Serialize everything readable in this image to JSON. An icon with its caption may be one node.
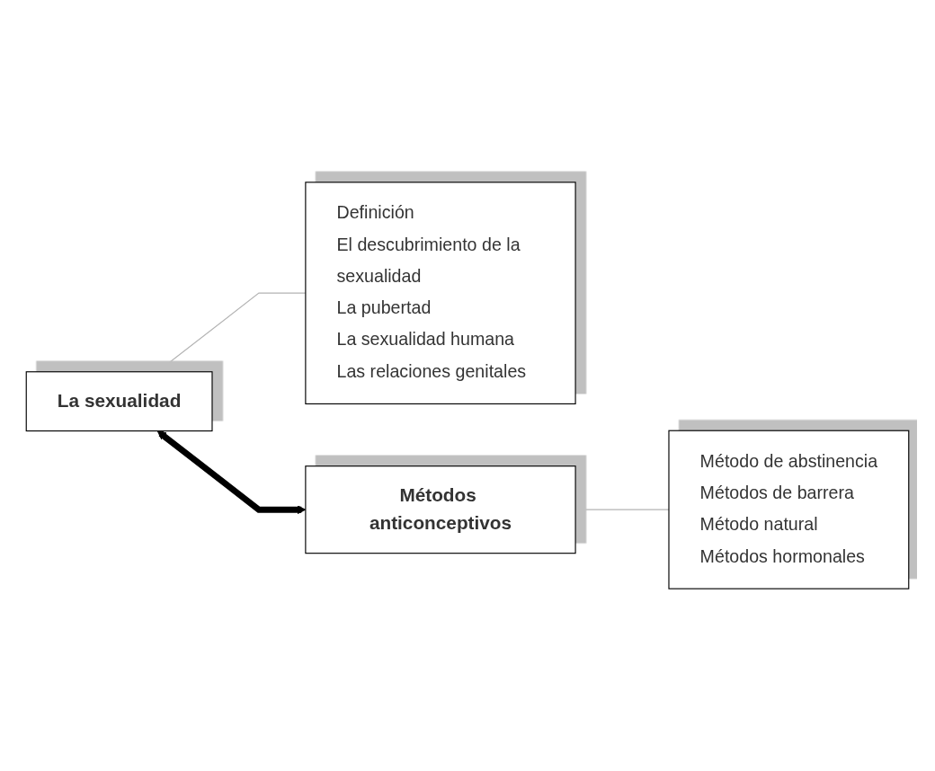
{
  "diagram": {
    "nodes": [
      {
        "text": [
          "La sexualidad"
        ]
      },
      {
        "text": [
          "Definición",
          "El descubrimiento de la sexualidad",
          "La pubertad",
          "La sexualidad humana",
          "Las relaciones genitales"
        ]
      },
      {
        "text": [
          "Métodos anticonceptivos"
        ]
      },
      {
        "text": [
          "Método de abstinencia",
          "Métodos de barrera",
          "Método natural",
          "Métodos hormonales"
        ]
      }
    ],
    "edges": [
      {
        "from": 0,
        "to": 1,
        "arrow": "none",
        "color": "#b3b3b3"
      },
      {
        "from": 0,
        "to": 2,
        "arrow": "both",
        "style": "thick",
        "color": "#000000"
      },
      {
        "from": 2,
        "to": 3,
        "arrow": "none",
        "color": "#b3b3b3"
      }
    ]
  }
}
